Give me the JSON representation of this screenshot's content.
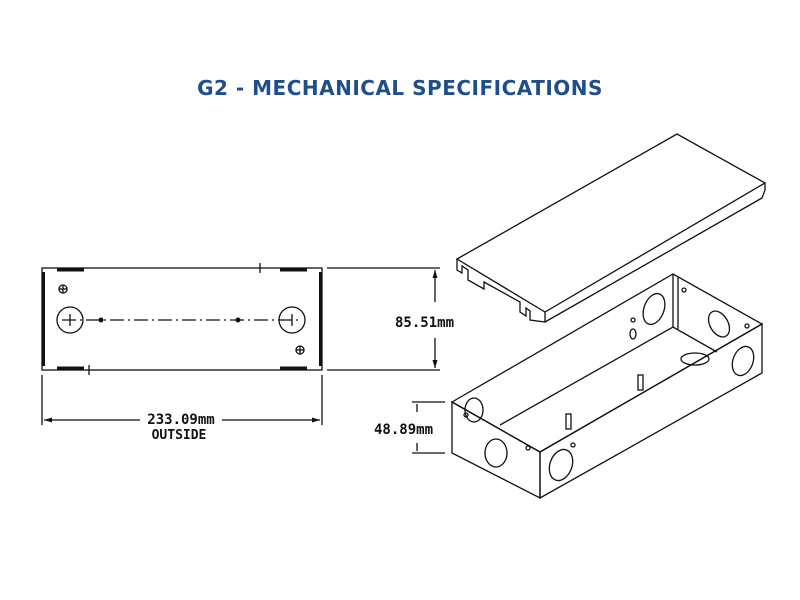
{
  "title": "G2 - MECHANICAL SPECIFICATIONS",
  "title_color": "#1f4e8c",
  "dimensions": {
    "width": "233.09mm",
    "width_note": "OUTSIDE",
    "depth": "85.51mm",
    "height": "48.89mm"
  }
}
